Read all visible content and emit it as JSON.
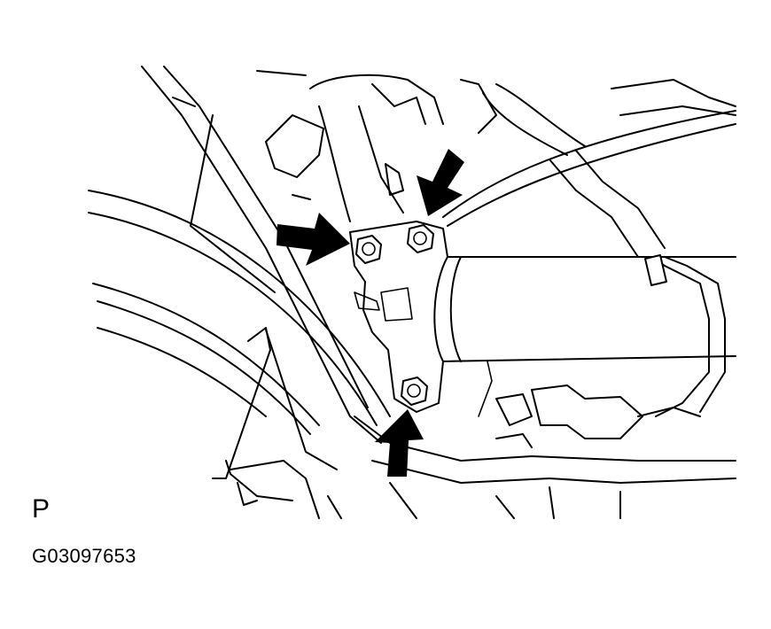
{
  "figure": {
    "view_letter": "P",
    "figure_code": "G03097653"
  },
  "colors": {
    "line": "#000000",
    "background": "#ffffff"
  },
  "callouts": {
    "arrow_count": 3,
    "bolt_count": 3
  }
}
